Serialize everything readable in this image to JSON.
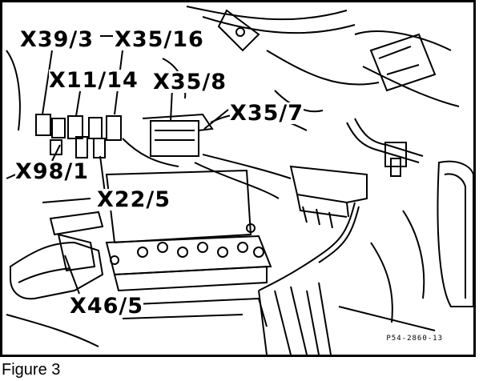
{
  "labels": {
    "x39_3": "X39/3",
    "x35_16": "X35/16",
    "x11_14": "X11/14",
    "x35_8": "X35/8",
    "x35_7": "X35/7",
    "x98_1": "X98/1",
    "x22_5": "X22/5",
    "x46_5": "X46/5"
  },
  "reference_code": "P54-2860-13",
  "caption": "Figure 3"
}
